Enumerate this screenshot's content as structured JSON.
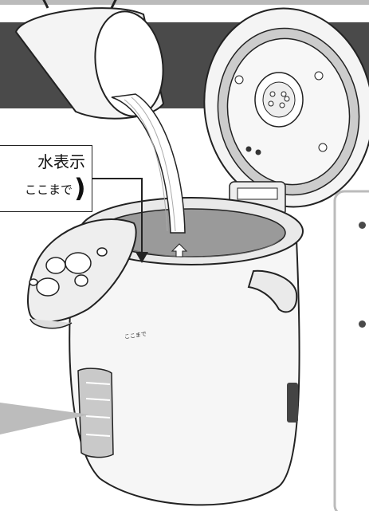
{
  "callout": {
    "title": "水表示",
    "subtitle": "ここまで",
    "closing_paren": ")"
  },
  "inner_marking": "ここまで",
  "icons": [
    "pitcher-icon",
    "kettle-pot-icon",
    "arrow-down-icon",
    "bullet-icon"
  ]
}
